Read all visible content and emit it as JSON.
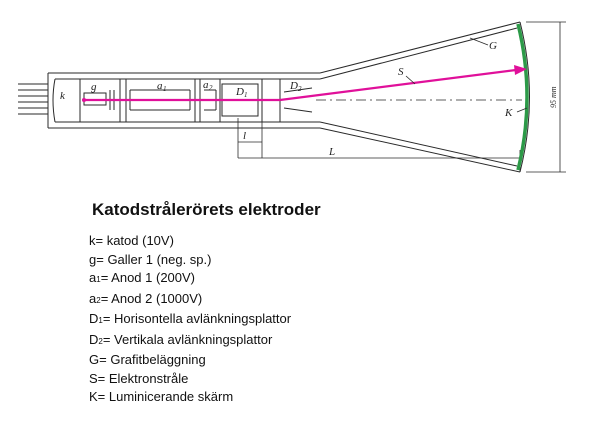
{
  "diagram": {
    "labels": {
      "k": "k",
      "g": "g",
      "a1": "a",
      "a1_sub": "1",
      "a2": "a",
      "a2_sub": "2",
      "D1": "D",
      "D1_sub": "1",
      "D2": "D",
      "D2_sub": "2",
      "S": "S",
      "G": "G",
      "K": "K",
      "l": "l",
      "L": "L",
      "dim": "95 mm"
    },
    "colors": {
      "beam": "#e0109a",
      "screen": "#2c9a48",
      "lines": "#2a2a2a"
    }
  },
  "title": "Katodstrålerörets elektroder",
  "legend": [
    {
      "key": "k",
      "idx": "",
      "text": "= katod (10V)"
    },
    {
      "key": "g",
      "idx": "",
      "text": "= Galler 1 (neg. sp.)"
    },
    {
      "key": "a",
      "idx": "1",
      "text": "= Anod 1 (200V)"
    },
    {
      "key": "a",
      "idx": "2",
      "text": "= Anod 2 (1000V)"
    },
    {
      "key": "D",
      "idx": "1",
      "text": "= Horisontella avlänkningsplattor"
    },
    {
      "key": "D",
      "idx": "2",
      "text": "= Vertikala avlänkningsplattor"
    },
    {
      "key": "G",
      "idx": "",
      "text": "= Grafitbeläggning"
    },
    {
      "key": "S",
      "idx": "",
      "text": "= Elektronstråle"
    },
    {
      "key": "K",
      "idx": "",
      "text": "= Luminicerande skärm"
    }
  ]
}
